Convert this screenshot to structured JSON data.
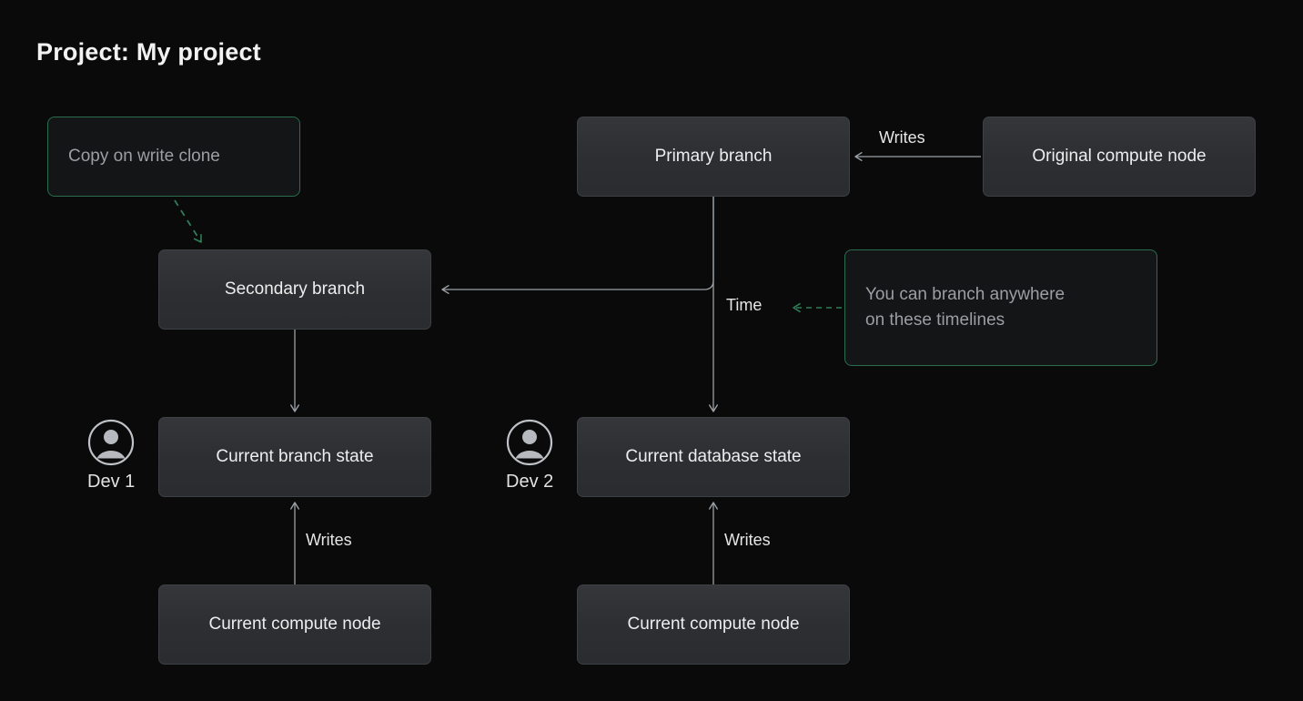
{
  "page": {
    "title": "Project: My project",
    "background_color": "#0a0a0a",
    "node_fill_color": "#2e3034",
    "node_border_color": "#3d4045",
    "accent_green": "#2a6d4f",
    "connector_color": "#9aa0a6",
    "text_color": "#ededed",
    "muted_text_color": "#9b9fa3"
  },
  "nodes": {
    "copy_on_write_clone": "Copy on write clone",
    "primary_branch": "Primary branch",
    "original_compute_node": "Original compute node",
    "secondary_branch": "Secondary branch",
    "current_branch_state": "Current branch state",
    "current_database_state": "Current database state",
    "current_compute_node_left": "Current compute node",
    "current_compute_node_right": "Current compute node"
  },
  "notes": {
    "branch_anywhere_line1": "You can branch anywhere",
    "branch_anywhere_line2": "on these timelines"
  },
  "labels": {
    "writes_top": "Writes",
    "time": "Time",
    "writes_left": "Writes",
    "writes_right": "Writes"
  },
  "people": {
    "dev1": "Dev 1",
    "dev2": "Dev 2"
  },
  "icons": {
    "avatar": "user-avatar-icon"
  }
}
